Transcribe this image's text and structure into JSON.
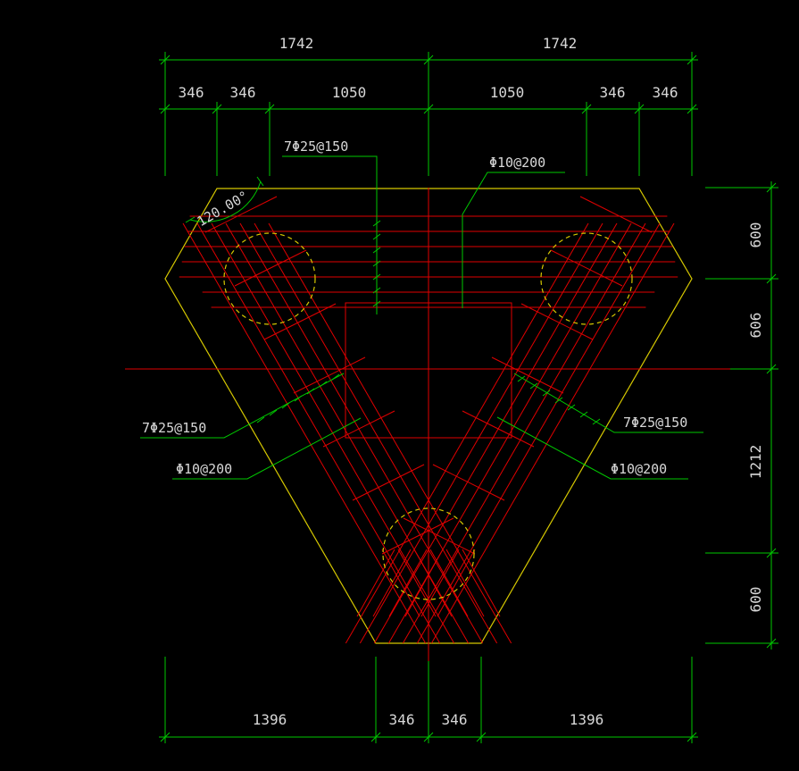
{
  "dimensions": {
    "top_overall": [
      "1742",
      "1742"
    ],
    "top_detail": [
      "346",
      "346",
      "1050",
      "1050",
      "346",
      "346"
    ],
    "bottom": [
      "1396",
      "346",
      "346",
      "1396"
    ],
    "right": [
      "600",
      "606",
      "1212",
      "600"
    ]
  },
  "angle_label": "120.00°",
  "rebar_labels": {
    "top_main": "7Φ25@150",
    "top_dist": "Φ10@200",
    "left_main": "7Φ25@150",
    "left_dist": "Φ10@200",
    "right_main": "7Φ25@150",
    "right_dist": "Φ10@200"
  },
  "colors": {
    "background": "#000000",
    "dimension": "#00c800",
    "outline": "#d6c800",
    "rebar": "#e00000",
    "text": "#d8d8d8"
  }
}
